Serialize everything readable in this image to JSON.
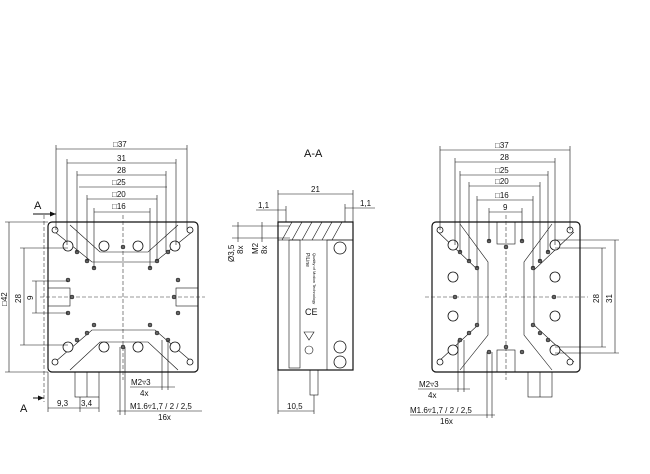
{
  "section_title": "A-A",
  "section_marker": "A",
  "left_view": {
    "dims_top": [
      "□37",
      "31",
      "28",
      "□25",
      "□20",
      "□16"
    ],
    "dims_left": [
      "□42",
      "28",
      "9"
    ],
    "dims_bottom": [
      "9,3",
      "3,4"
    ],
    "thread_small": {
      "spec": "M2▿3",
      "count": "4x"
    },
    "thread_large": {
      "spec": "M1.6▿1,7 / 2 / 2,5",
      "count": "16x"
    }
  },
  "section_view": {
    "width": "21",
    "edge_left": "1,1",
    "edge_right": "1,1",
    "bore": {
      "spec": "Ø3,5",
      "count": "8x"
    },
    "thread": {
      "spec": "M2",
      "count": "8x"
    },
    "shaft_offset": "10,5",
    "label_brand": "PiLine",
    "label_text": "Quality of Motion Technology"
  },
  "right_view": {
    "dims_top": [
      "□37",
      "28",
      "□25",
      "□20",
      "□16",
      "9"
    ],
    "dims_right": [
      "28",
      "31"
    ],
    "thread_small": {
      "spec": "M2▿3",
      "count": "4x"
    },
    "thread_large": {
      "spec": "M1.6▿1,7 / 2 / 2,5",
      "count": "16x"
    }
  }
}
